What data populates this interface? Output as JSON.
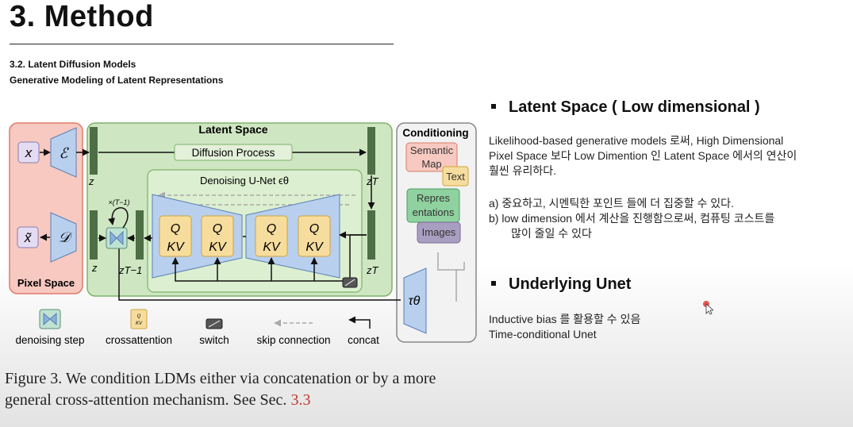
{
  "title": "3. Method",
  "subtitle1": "3.2. Latent Diffusion Models",
  "subtitle2": "Generative Modeling of Latent Representations",
  "figure": {
    "latent_space": "Latent Space",
    "pixel_space": "Pixel Space",
    "conditioning": "Conditioning",
    "diffusion_process": "Diffusion Process",
    "unet_label": "Denoising U-Net ϵθ",
    "x": "x",
    "x_tilde": "x̃",
    "encoder": "ℰ",
    "decoder": "𝒟",
    "z": "z",
    "z_T": "zT",
    "z_T1": "zT−1",
    "times": "×(T−1)",
    "tau": "τθ",
    "semantic_map": [
      "Semantic",
      "Map"
    ],
    "text": "Text",
    "representations": [
      "Repres",
      "entations"
    ],
    "images": "Images",
    "qkv": {
      "q": "Q",
      "kv": "KV"
    },
    "legend": {
      "denoising": "denoising step",
      "crossattention": "crossattention",
      "switch": "switch",
      "skip": "skip connection",
      "concat": "concat"
    }
  },
  "caption": {
    "text": "Figure 3.   We condition LDMs either via concatenation or by a more general cross-attention mechanism. See Sec. ",
    "ref": "3.3"
  },
  "notes": {
    "heading1": "Latent Space ( Low dimensional )",
    "para1_line1": "Likelihood-based generative models 로써, High Dimensional",
    "para1_line2": "Pixel Space 보다 Low Dimention 인 Latent Space 에서의 연산이",
    "para1_line3": "훨씬 유리하다.",
    "item_a": "a) 중요하고, 시멘틱한 포인트 들에 더 집중할 수 있다.",
    "item_b": "b) low dimension 에서 계산을 진행함으로써, 컴퓨팅 코스트를",
    "item_b2": "많이 줄일 수 있다",
    "heading2": "Underlying Unet",
    "para2_line1": "Inductive bias 를 활용할 수 있음",
    "para2_line2": "Time-conditional Unet"
  },
  "colors": {
    "pixel_bg": "#f7c9c0",
    "latent_bg": "#cfe6c2",
    "unet_bg": "#dcefd0",
    "trap": "#b8d0ee",
    "qkv": "#f6dd9e",
    "bar": "#4e6e45",
    "cond_bg": "#f2f2f2"
  }
}
